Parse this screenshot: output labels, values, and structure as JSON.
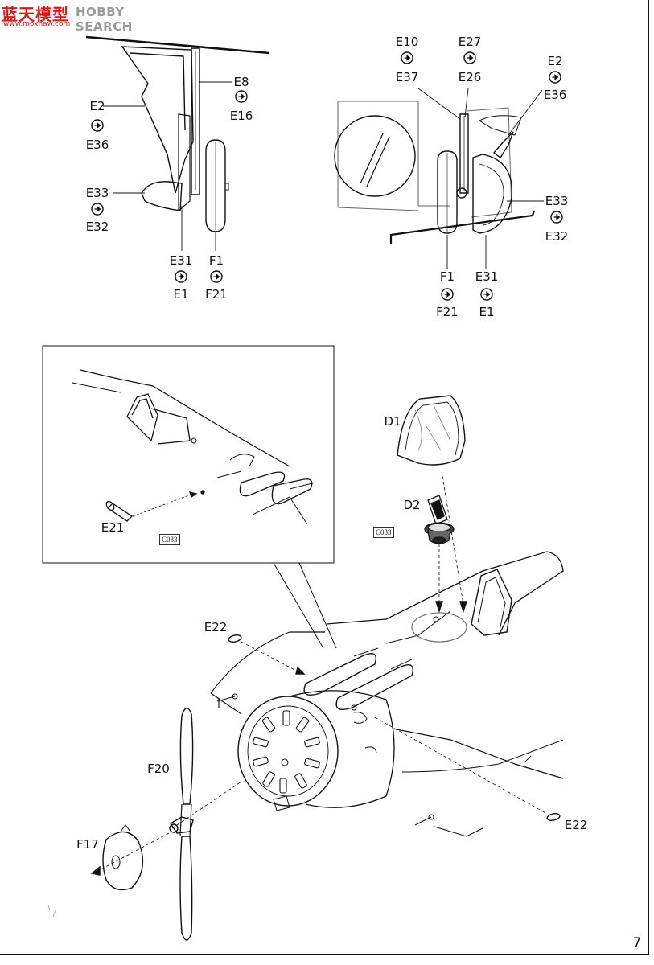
{
  "watermark": {
    "cn_text": "蓝天模型",
    "en_text": "HOBBY SEARCH",
    "url": "www.moxhaw.com"
  },
  "landing_gear_left": {
    "callouts": [
      {
        "id": "e8-e16",
        "top": "E8",
        "bottom": "E16"
      },
      {
        "id": "e2-e36",
        "top": "E2",
        "bottom": "E36"
      },
      {
        "id": "e33-e32",
        "top": "E33",
        "bottom": "E32"
      },
      {
        "id": "e31-e1",
        "top": "E31",
        "bottom": "E1"
      },
      {
        "id": "f1-f21",
        "top": "F1",
        "bottom": "F21"
      }
    ]
  },
  "landing_gear_right": {
    "callouts": [
      {
        "id": "e10-e37",
        "top": "E10",
        "bottom": "E37"
      },
      {
        "id": "e27-e26",
        "top": "E27",
        "bottom": "E26"
      },
      {
        "id": "e2-e36",
        "top": "E2",
        "bottom": "E36"
      },
      {
        "id": "e33-e32",
        "top": "E33",
        "bottom": "E32"
      },
      {
        "id": "f1-f21",
        "top": "F1",
        "bottom": "F21"
      },
      {
        "id": "e31-e1",
        "top": "E31",
        "bottom": "E1"
      }
    ]
  },
  "inset": {
    "part_label": "E21",
    "paint_code": "C033"
  },
  "main": {
    "parts": {
      "d1": "D1",
      "d2": "D2",
      "e22_top": "E22",
      "e22_bottom": "E22",
      "f20": "F20",
      "f17": "F17"
    },
    "paint_code": "C033"
  },
  "page_number": "7"
}
